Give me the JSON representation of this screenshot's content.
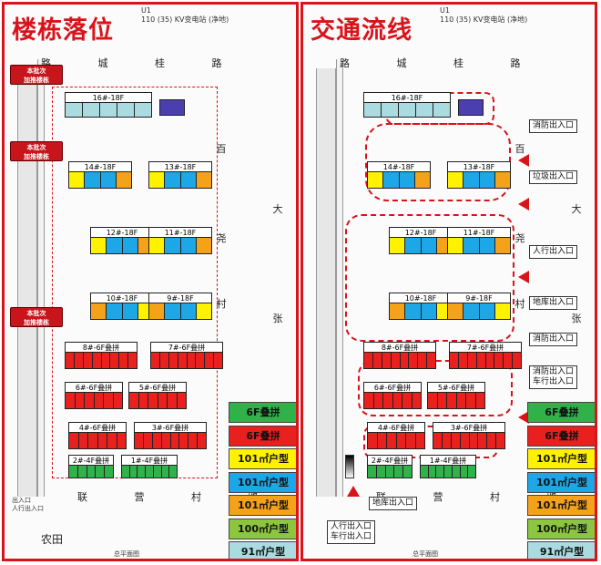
{
  "left": {
    "title": "楼栋落位",
    "top_text": [
      "U1",
      "110 (35) KV变电站 (净地)"
    ],
    "road_north": "路 城 桂 路",
    "road_south": "联 营 村 路",
    "road_east": [
      "百",
      "尧",
      "村"
    ],
    "road_east2": [
      "大",
      "张"
    ],
    "farmland": "农田",
    "site_plan": "总平面图",
    "tags": [
      {
        "line1": "本批次",
        "line2": "加推楼栋"
      },
      {
        "line1": "本批次",
        "line2": "加推楼栋"
      },
      {
        "line1": "本批次",
        "line2": "加推楼栋"
      }
    ],
    "exit_labels": [
      "出入口",
      "人行出入口"
    ]
  },
  "right": {
    "title": "交通流线",
    "top_text": [
      "U1",
      "110 (35) KV变电站 (净地)"
    ],
    "road_north": "路 城 桂 路",
    "road_south": "联 营 村 路",
    "road_east": [
      "百",
      "尧",
      "村"
    ],
    "road_east2": [
      "大",
      "张"
    ],
    "site_plan": "总平面图",
    "callouts": [
      "消防出入口",
      "垃圾出入口",
      "人行出入口",
      "地库出入口",
      "消防出入口",
      "消防出入口\n车行出入口",
      "地库出入口",
      "人行出入口\n车行出入口"
    ]
  },
  "buildings": [
    {
      "id": "b16",
      "label": "16#-18F",
      "units": [
        "lightblue",
        "lightblue",
        "lightblue",
        "lightblue",
        "lightblue"
      ]
    },
    {
      "id": "b14",
      "label": "14#-18F",
      "units": [
        "yellow",
        "blue",
        "blue",
        "orange"
      ]
    },
    {
      "id": "b13",
      "label": "13#-18F",
      "units": [
        "yellow",
        "blue",
        "blue",
        "orange"
      ]
    },
    {
      "id": "b12",
      "label": "12#-18F",
      "units": [
        "yellow",
        "blue",
        "blue",
        "orange"
      ]
    },
    {
      "id": "b11",
      "label": "11#-18F",
      "units": [
        "yellow",
        "blue",
        "blue",
        "orange"
      ]
    },
    {
      "id": "b10",
      "label": "10#-18F",
      "units": [
        "orange",
        "blue",
        "blue",
        "yellow"
      ]
    },
    {
      "id": "b9",
      "label": "9#-18F",
      "units": [
        "orange",
        "blue",
        "blue",
        "yellow"
      ]
    },
    {
      "id": "b8",
      "label": "8#-6F叠拼",
      "units": [
        "red",
        "red",
        "red",
        "red",
        "red",
        "red",
        "red",
        "red"
      ]
    },
    {
      "id": "b7",
      "label": "7#-6F叠拼",
      "units": [
        "red",
        "red",
        "red",
        "red",
        "red",
        "red",
        "red",
        "red"
      ]
    },
    {
      "id": "b6",
      "label": "6#-6F叠拼",
      "units": [
        "red",
        "red",
        "red",
        "red",
        "red",
        "red"
      ]
    },
    {
      "id": "b5",
      "label": "5#-6F叠拼",
      "units": [
        "red",
        "red",
        "red",
        "red",
        "red",
        "red"
      ]
    },
    {
      "id": "b4",
      "label": "4#-6F叠拼",
      "units": [
        "red",
        "red",
        "red",
        "red",
        "red",
        "red"
      ]
    },
    {
      "id": "b3",
      "label": "3#-6F叠拼",
      "units": [
        "red",
        "red",
        "red",
        "red",
        "red",
        "red",
        "red",
        "red"
      ]
    },
    {
      "id": "b2",
      "label": "2#-4F叠拼",
      "units": [
        "green",
        "green",
        "green",
        "green",
        "green"
      ]
    },
    {
      "id": "b1",
      "label": "1#-4F叠拼",
      "units": [
        "green",
        "green",
        "green",
        "green",
        "green",
        "green",
        "green"
      ]
    }
  ],
  "legend": [
    {
      "label": "6F叠拼",
      "color": "#2fb24a"
    },
    {
      "label": "6F叠拼",
      "color": "#e8201e"
    },
    {
      "label": "101㎡户型",
      "color": "#fff200"
    },
    {
      "label": "101㎡户型",
      "color": "#1ea7e6"
    },
    {
      "label": "101㎡户型",
      "color": "#f5a21b"
    },
    {
      "label": "100㎡户型",
      "color": "#8bc63e"
    },
    {
      "label": "91㎡户型",
      "color": "#a9dbe0"
    }
  ],
  "colors": {
    "red": "#e8201e",
    "green": "#2fb24a",
    "yellow": "#fff200",
    "blue": "#1ea7e6",
    "orange": "#f5a21b",
    "lightblue": "#a9dbe0",
    "accent": "#d8141b"
  }
}
